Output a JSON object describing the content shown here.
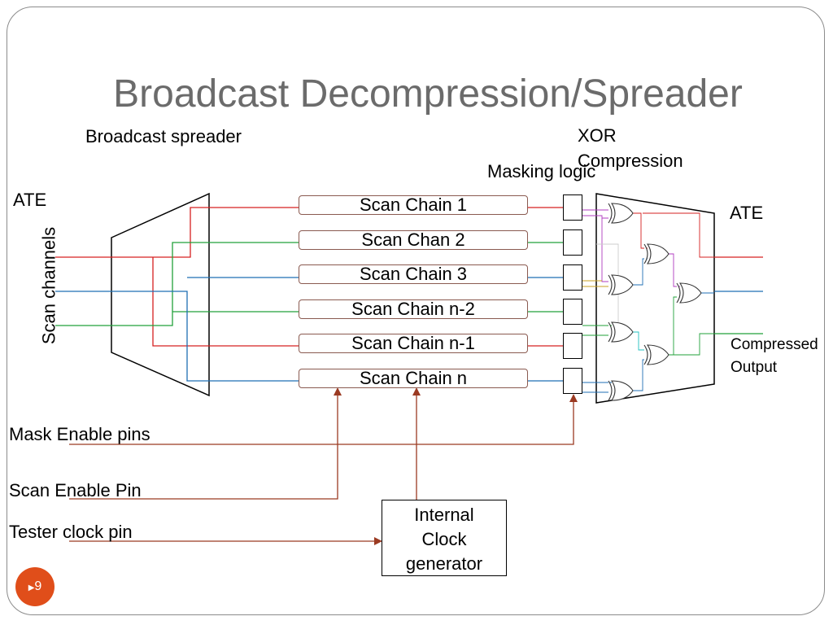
{
  "slide": {
    "title": "Broadcast Decompression/Spreader",
    "page_number": "9"
  },
  "labels": {
    "broadcast_spreader": "Broadcast spreader",
    "xor_line1": "XOR",
    "xor_line2": "Compression",
    "masking_logic": "Masking logic",
    "ate_left": "ATE",
    "ate_right": "ATE",
    "scan_channels": "Scan channels",
    "compressed_line1": "Compressed",
    "compressed_line2": "Output",
    "mask_enable_pins": "Mask Enable pins",
    "scan_enable_pin": "Scan Enable Pin",
    "tester_clock_pin": "Tester clock pin",
    "clock_line1": "Internal",
    "clock_line2": "Clock",
    "clock_line3": "generator"
  },
  "scan_chains": [
    "Scan Chain 1",
    "Scan Chan 2",
    "Scan Chain 3",
    "Scan Chain n-2",
    "Scan Chain n-1",
    "Scan Chain n"
  ],
  "colors": {
    "title": "#6b6b6b",
    "red_wire": "#d62020",
    "green_wire": "#22a03a",
    "blue_wire": "#1f6fb4",
    "control_wire": "#9b3a22",
    "badge": "#e04e1a"
  }
}
